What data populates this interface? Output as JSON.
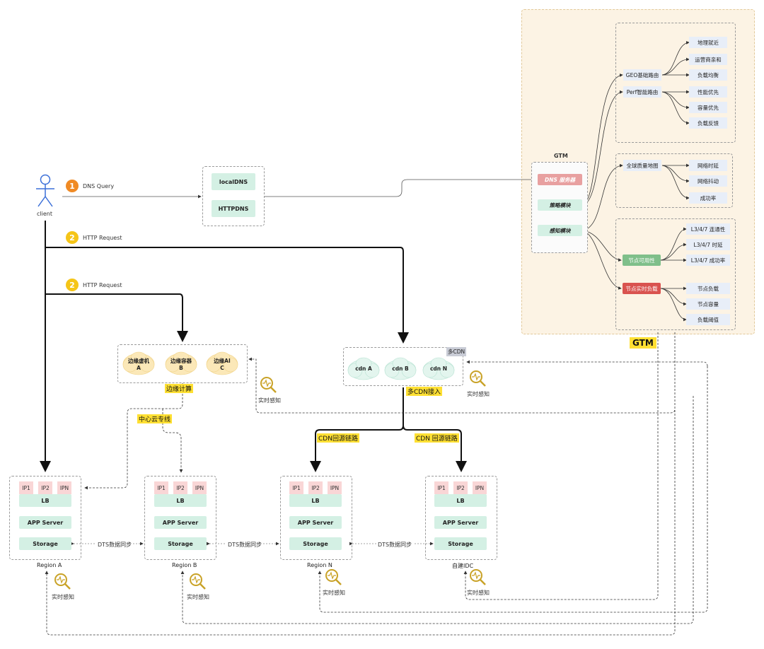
{
  "client": {
    "label": "client"
  },
  "steps": {
    "dns_query": {
      "num": "1",
      "label": "DNS Query"
    },
    "http_request_1": {
      "num": "2",
      "label": "HTTP Request"
    },
    "http_request_2": {
      "num": "2",
      "label": "HTTP Request"
    }
  },
  "local_dns": {
    "items": [
      "localDNS",
      "HTTPDNS"
    ]
  },
  "edge": {
    "nodes": [
      {
        "line1": "边缘虚机",
        "line2": "A"
      },
      {
        "line1": "边缘容器",
        "line2": "B"
      },
      {
        "line1": "边缘AI",
        "line2": "C"
      }
    ],
    "label": "边缘计算",
    "private_line": "中心云专线"
  },
  "cdn": {
    "nodes": [
      "cdn A",
      "cdn B",
      "cdn N"
    ],
    "tag": "多CDN",
    "label": "多CDN接入",
    "origin_left": "CDN回源链路",
    "origin_right": "CDN 回源链路"
  },
  "realtime": "实时感知",
  "regions": [
    {
      "name": "Region A",
      "ips": [
        "IP1",
        "IP2",
        "IPN"
      ],
      "lb": "LB",
      "app": "APP Server",
      "storage": "Storage"
    },
    {
      "name": "Region B",
      "ips": [
        "IP1",
        "IP2",
        "IPN"
      ],
      "lb": "LB",
      "app": "APP Server",
      "storage": "Storage"
    },
    {
      "name": "Region N",
      "ips": [
        "IP1",
        "IP2",
        "IPN"
      ],
      "lb": "LB",
      "app": "APP Server",
      "storage": "Storage"
    },
    {
      "name": "自建IDC",
      "ips": [
        "IP1",
        "IP2",
        "IPN"
      ],
      "lb": "LB",
      "app": "APP Server",
      "storage": "Storage"
    }
  ],
  "dts": [
    "DTS数据同步",
    "DTS数据同步",
    "DTS数据同步"
  ],
  "gtm": {
    "title": "GTM",
    "big_label": "GTM",
    "dns_server": "DNS 服务器",
    "strategy": "策略模块",
    "sense": "感知模块",
    "geo": {
      "label": "GEO基础路由",
      "leaves": [
        "地理就近",
        "运营商亲和",
        "负载均衡"
      ]
    },
    "perf": {
      "label": "Perf智能路由",
      "leaves": [
        "性能优先",
        "容量优先",
        "负载反馈"
      ]
    },
    "quality": {
      "label": "全球质量地图",
      "leaves": [
        "网络时延",
        "网络抖动",
        "成功率"
      ]
    },
    "availability": {
      "label": "节点可用性",
      "leaves": [
        "L3/4/7 连通性",
        "L3/4/7 时延",
        "L3/4/7 成功率"
      ]
    },
    "load": {
      "label": "节点实时负载",
      "leaves": [
        "节点负载",
        "节点容量",
        "负载阈值"
      ]
    }
  },
  "colors": {
    "accent_green": "#d4f0e4",
    "ip_pink": "#f9d6d6",
    "highlight": "#ffe033",
    "gtm_bg": "#fcf3e4",
    "alert_red": "#d9534f",
    "ok_green": "#7fbf8a"
  }
}
